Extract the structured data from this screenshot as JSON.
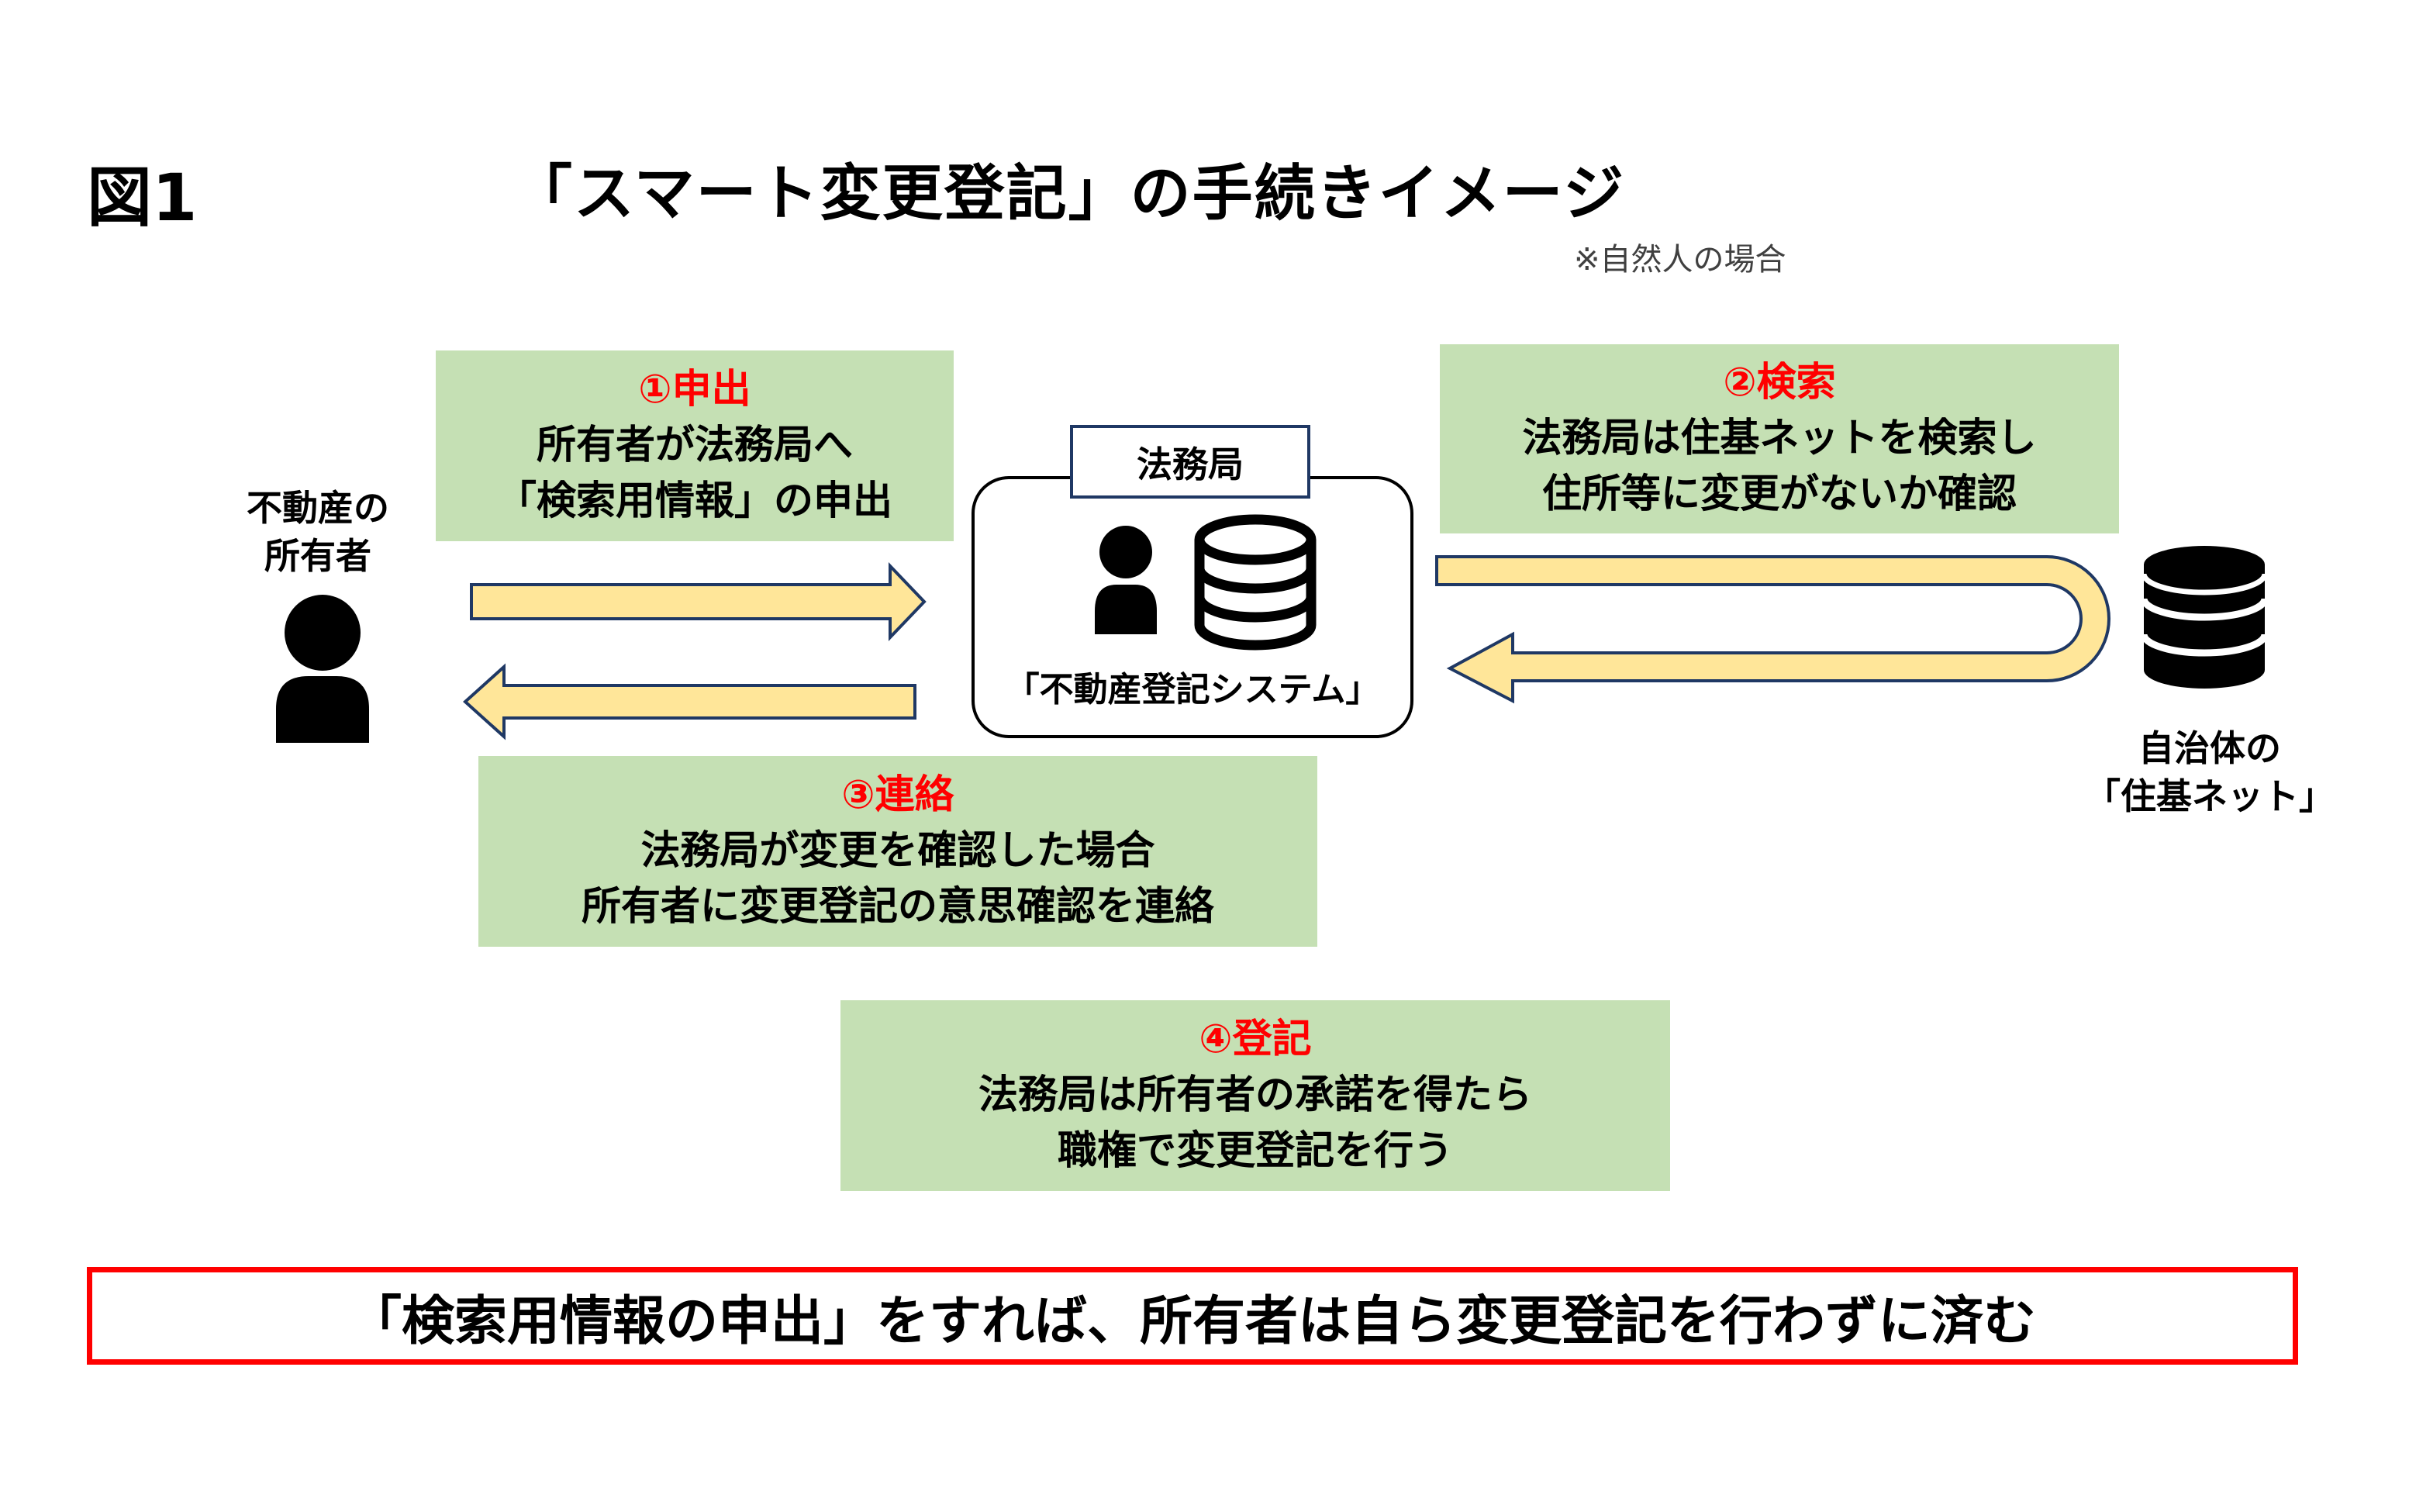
{
  "figure_label": "図1",
  "title": "「スマート変更登記」の手続きイメージ",
  "note": "※自然人の場合",
  "owner_label": [
    "不動産の",
    "所有者"
  ],
  "legal_office": {
    "tag": "法務局",
    "system": "「不動産登記システム」"
  },
  "municipality_label": [
    "自治体の",
    "「住基ネット」"
  ],
  "steps": [
    {
      "head": "①申出",
      "lines": [
        "所有者が法務局へ",
        "「検索用情報」の申出"
      ]
    },
    {
      "head": "②検索",
      "lines": [
        "法務局は住基ネットを検索し",
        "住所等に変更がないか確認"
      ]
    },
    {
      "head": "③連絡",
      "lines": [
        "法務局が変更を確認した場合",
        "所有者に変更登記の意思確認を連絡"
      ]
    },
    {
      "head": "④登記",
      "lines": [
        "法務局は所有者の承諾を得たら",
        "職権で変更登記を行う"
      ]
    }
  ],
  "conclusion": "「検索用情報の申出」をすれば、所有者は自ら変更登記を行わずに済む",
  "colors": {
    "step_box": "#c5e0b4",
    "step_head": "#ff0000",
    "arrow_fill": "#ffe699",
    "arrow_stroke": "#1f3864",
    "conclusion_border": "#ff0000"
  }
}
